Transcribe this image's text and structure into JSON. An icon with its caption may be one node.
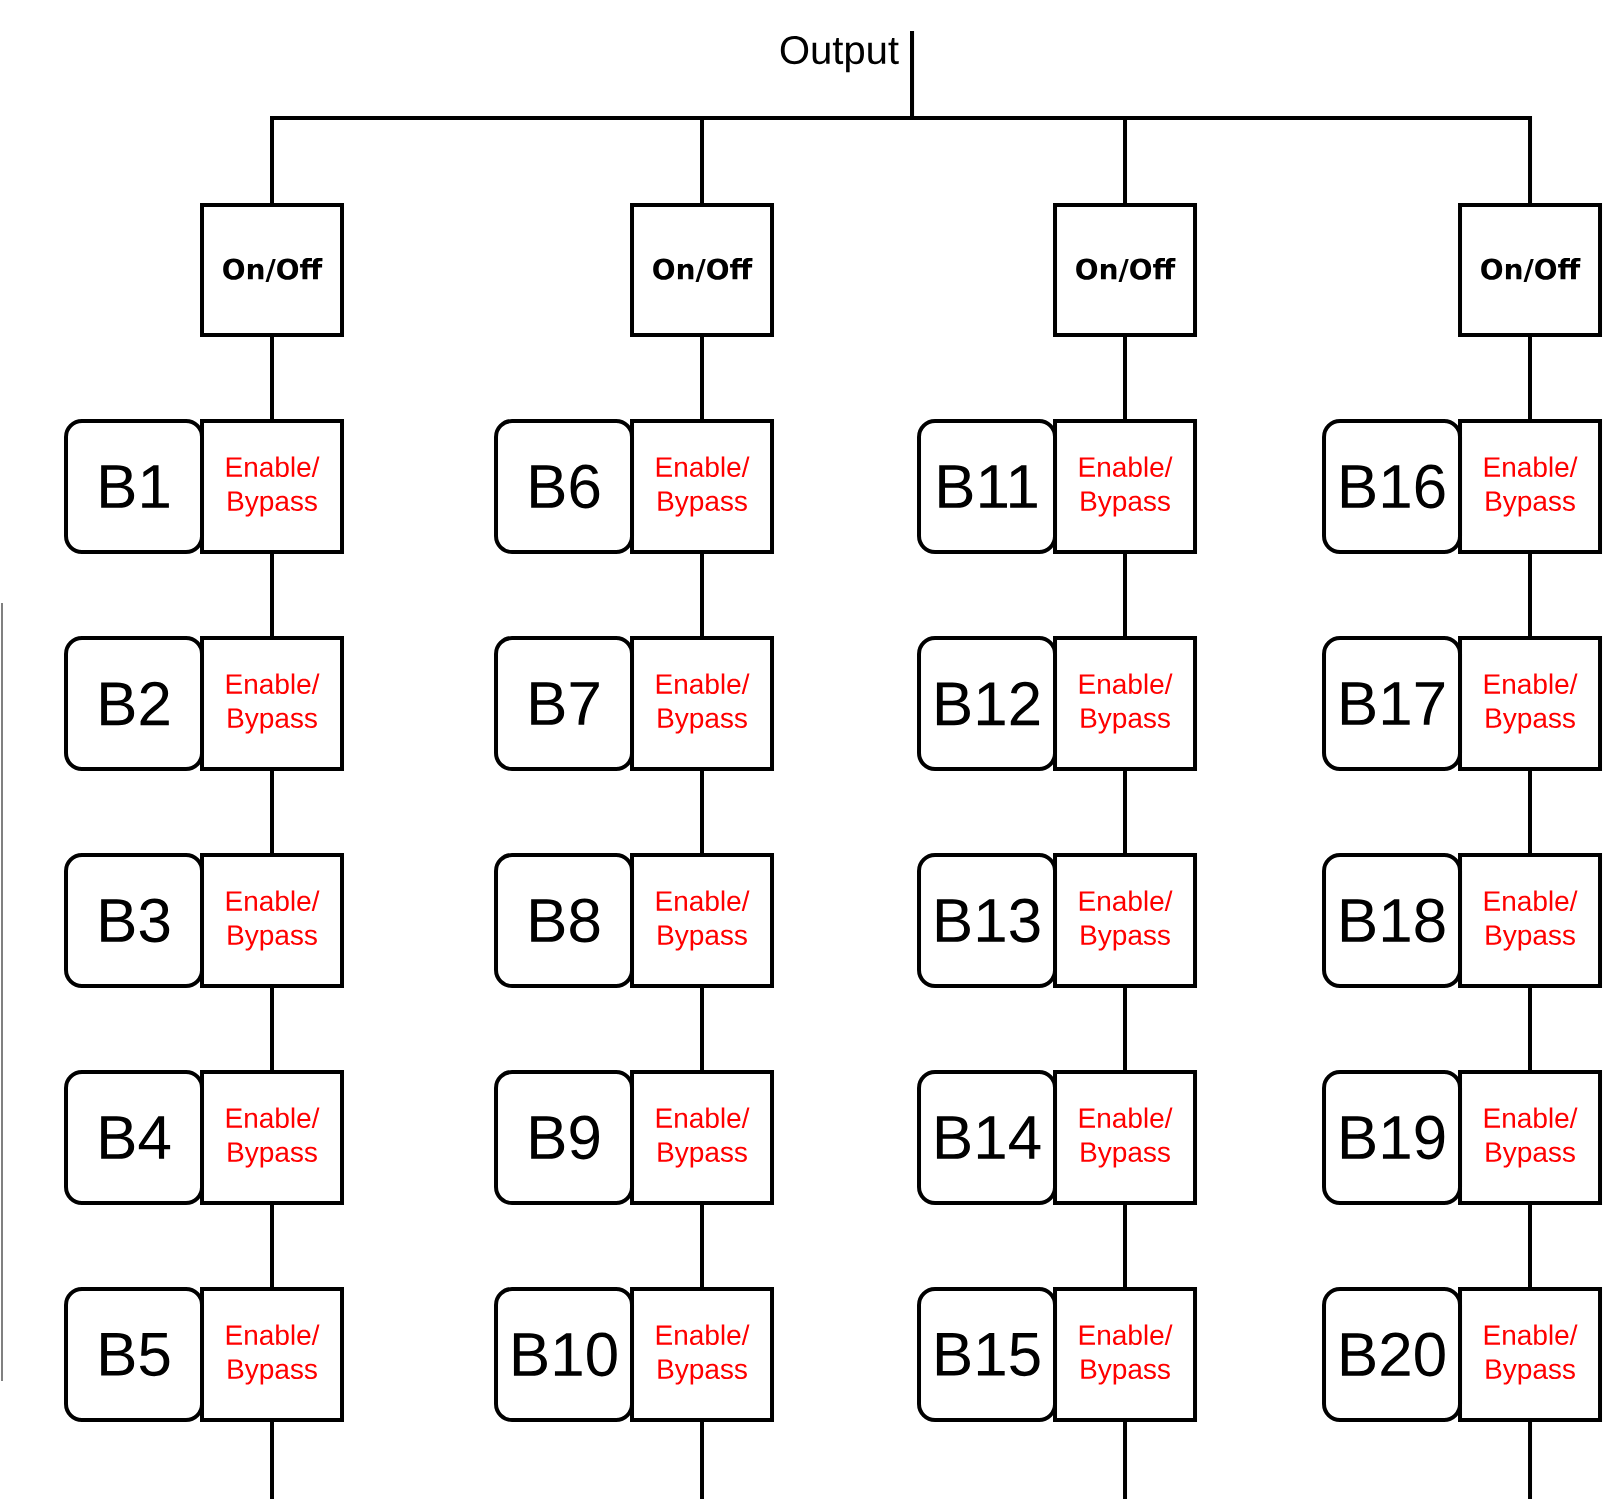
{
  "diagram": {
    "nodes": [
      {
        "text": [
          "Output"
        ]
      },
      {
        "text": [
          "On/Off"
        ]
      },
      {
        "text": [
          "B1"
        ]
      },
      {
        "text": [
          "Enable/ Bypass"
        ]
      },
      {
        "text": [
          "B2"
        ]
      },
      {
        "text": [
          "Enable/ Bypass"
        ]
      },
      {
        "text": [
          "B3"
        ]
      },
      {
        "text": [
          "Enable/ Bypass"
        ]
      },
      {
        "text": [
          "B4"
        ]
      },
      {
        "text": [
          "Enable/ Bypass"
        ]
      },
      {
        "text": [
          "B5"
        ]
      },
      {
        "text": [
          "Enable/ Bypass"
        ]
      },
      {
        "text": [
          "On/Off"
        ]
      },
      {
        "text": [
          "B6"
        ]
      },
      {
        "text": [
          "Enable/ Bypass"
        ]
      },
      {
        "text": [
          "B7"
        ]
      },
      {
        "text": [
          "Enable/ Bypass"
        ]
      },
      {
        "text": [
          "B8"
        ]
      },
      {
        "text": [
          "Enable/ Bypass"
        ]
      },
      {
        "text": [
          "B9"
        ]
      },
      {
        "text": [
          "Enable/ Bypass"
        ]
      },
      {
        "text": [
          "B10"
        ]
      },
      {
        "text": [
          "Enable/ Bypass"
        ]
      },
      {
        "text": [
          "On/Off"
        ]
      },
      {
        "text": [
          "B11"
        ]
      },
      {
        "text": [
          "Enable/ Bypass"
        ]
      },
      {
        "text": [
          "B12"
        ]
      },
      {
        "text": [
          "Enable/ Bypass"
        ]
      },
      {
        "text": [
          "B13"
        ]
      },
      {
        "text": [
          "Enable/ Bypass"
        ]
      },
      {
        "text": [
          "B14"
        ]
      },
      {
        "text": [
          "Enable/ Bypass"
        ]
      },
      {
        "text": [
          "B15"
        ]
      },
      {
        "text": [
          "Enable/ Bypass"
        ]
      },
      {
        "text": [
          "On/Off"
        ]
      },
      {
        "text": [
          "B16"
        ]
      },
      {
        "text": [
          "Enable/ Bypass"
        ]
      },
      {
        "text": [
          "B17"
        ]
      },
      {
        "text": [
          "Enable/ Bypass"
        ]
      },
      {
        "text": [
          "B18"
        ]
      },
      {
        "text": [
          "Enable/ Bypass"
        ]
      },
      {
        "text": [
          "B19"
        ]
      },
      {
        "text": [
          "Enable/ Bypass"
        ]
      },
      {
        "text": [
          "B20"
        ]
      },
      {
        "text": [
          "Enable/ Bypass"
        ]
      }
    ],
    "edges": [
      {
        "from": 1,
        "to": 0,
        "arrow": "none"
      },
      {
        "from": 1,
        "to": 3,
        "arrow": "none"
      },
      {
        "from": 3,
        "to": 5,
        "arrow": "none"
      },
      {
        "from": 5,
        "to": 7,
        "arrow": "none"
      },
      {
        "from": 7,
        "to": 9,
        "arrow": "none"
      },
      {
        "from": 9,
        "to": 11,
        "arrow": "none"
      },
      {
        "from": 11,
        "to": null,
        "arrow": "none"
      },
      {
        "from": 12,
        "to": 0,
        "arrow": "none"
      },
      {
        "from": 12,
        "to": 14,
        "arrow": "none"
      },
      {
        "from": 14,
        "to": 16,
        "arrow": "none"
      },
      {
        "from": 16,
        "to": 18,
        "arrow": "none"
      },
      {
        "from": 18,
        "to": 20,
        "arrow": "none"
      },
      {
        "from": 20,
        "to": 22,
        "arrow": "none"
      },
      {
        "from": 22,
        "to": null,
        "arrow": "none"
      },
      {
        "from": 23,
        "to": 0,
        "arrow": "none"
      },
      {
        "from": 23,
        "to": 25,
        "arrow": "none"
      },
      {
        "from": 25,
        "to": 27,
        "arrow": "none"
      },
      {
        "from": 27,
        "to": 29,
        "arrow": "none"
      },
      {
        "from": 29,
        "to": 31,
        "arrow": "none"
      },
      {
        "from": 31,
        "to": 33,
        "arrow": "none"
      },
      {
        "from": 33,
        "to": null,
        "arrow": "none"
      },
      {
        "from": 34,
        "to": 0,
        "arrow": "none"
      },
      {
        "from": 34,
        "to": 36,
        "arrow": "none"
      },
      {
        "from": 36,
        "to": 38,
        "arrow": "none"
      },
      {
        "from": 38,
        "to": 40,
        "arrow": "none"
      },
      {
        "from": 40,
        "to": 42,
        "arrow": "none"
      },
      {
        "from": 42,
        "to": 44,
        "arrow": "none"
      },
      {
        "from": 44,
        "to": null,
        "arrow": "none"
      }
    ]
  }
}
